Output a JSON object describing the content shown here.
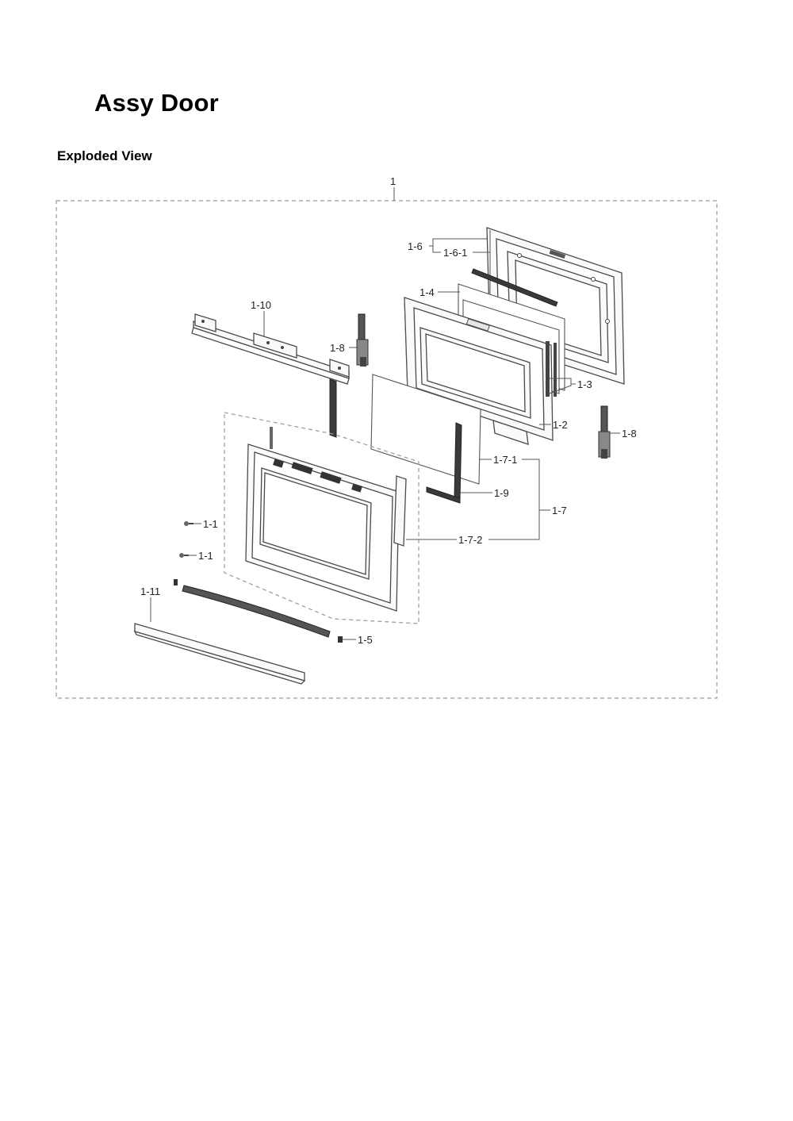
{
  "header": {
    "title": "Assy Door",
    "subtitle": "Exploded View"
  },
  "callouts": {
    "assembly": "1",
    "c_1_6": "1-6",
    "c_1_6_1": "1-6-1",
    "c_1_4": "1-4",
    "c_1_10": "1-10",
    "c_1_8_a": "1-8",
    "c_1_8_b": "1-8",
    "c_1_3": "1-3",
    "c_1_2": "1-2",
    "c_1_7_1": "1-7-1",
    "c_1_9": "1-9",
    "c_1_7": "1-7",
    "c_1_7_2": "1-7-2",
    "c_1_1_a": "1-1",
    "c_1_1_b": "1-1",
    "c_1_11": "1-11",
    "c_1_5": "1-5"
  }
}
